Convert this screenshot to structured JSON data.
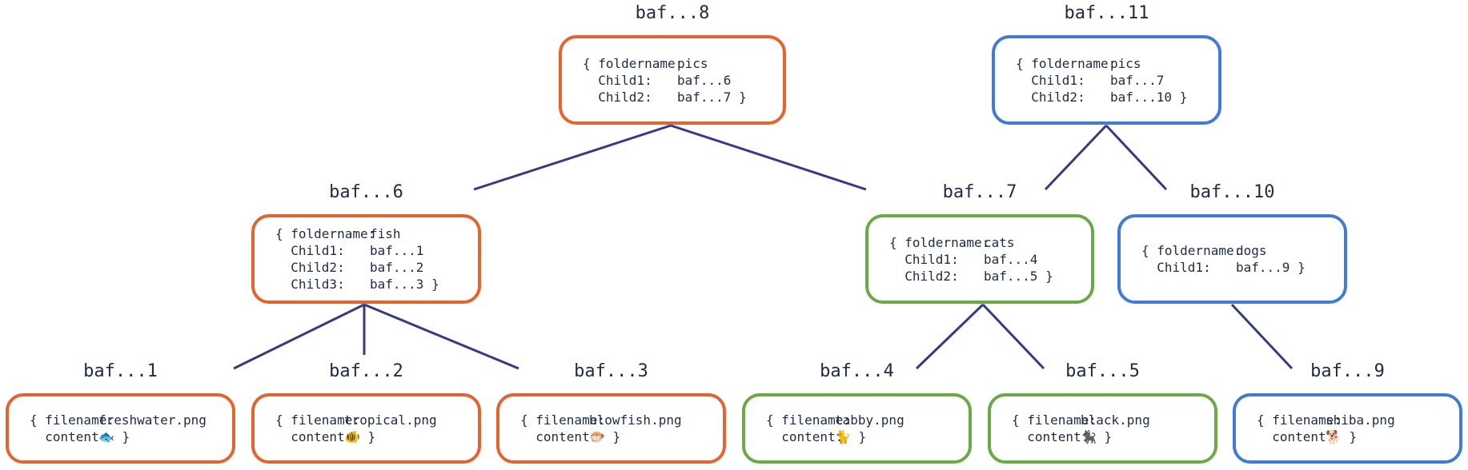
{
  "colors": {
    "orange": "#E8622C",
    "green": "#6AAA45",
    "blue": "#3F7BDB",
    "edge": "#363A86",
    "text": "#1e2a4a"
  },
  "nodes": [
    {
      "id": "n8",
      "cid": "baf...8",
      "color": "orange",
      "lines": [
        {
          "k": "{ foldername:",
          "v": "pics"
        },
        {
          "k": "  Child1:",
          "v": "baf...6"
        },
        {
          "k": "  Child2:",
          "v": "baf...7 }"
        }
      ]
    },
    {
      "id": "n11",
      "cid": "baf...11",
      "color": "blue",
      "lines": [
        {
          "k": "{ foldername:",
          "v": "pics"
        },
        {
          "k": "  Child1:",
          "v": "baf...7"
        },
        {
          "k": "  Child2:",
          "v": "baf...10 }"
        }
      ]
    },
    {
      "id": "n6",
      "cid": "baf...6",
      "color": "orange",
      "lines": [
        {
          "k": "{ foldername:",
          "v": "fish"
        },
        {
          "k": "  Child1:",
          "v": "baf...1"
        },
        {
          "k": "  Child2:",
          "v": "baf...2"
        },
        {
          "k": "  Child3:",
          "v": "baf...3 }"
        }
      ]
    },
    {
      "id": "n7",
      "cid": "baf...7",
      "color": "green",
      "lines": [
        {
          "k": "{ foldername:",
          "v": "cats"
        },
        {
          "k": "  Child1:",
          "v": "baf...4"
        },
        {
          "k": "  Child2:",
          "v": "baf...5 }"
        }
      ]
    },
    {
      "id": "n10",
      "cid": "baf...10",
      "color": "blue",
      "lines": [
        {
          "k": "{ foldername:",
          "v": "dogs"
        },
        {
          "k": "  Child1:",
          "v": "baf...9 }"
        }
      ]
    },
    {
      "id": "n1",
      "cid": "baf...1",
      "color": "orange",
      "lines": [
        {
          "k": "{ filename:",
          "v": "freshwater.png"
        },
        {
          "k": "  content:",
          "v": "🐟 }"
        }
      ]
    },
    {
      "id": "n2",
      "cid": "baf...2",
      "color": "orange",
      "lines": [
        {
          "k": "{ filename:",
          "v": "tropical.png"
        },
        {
          "k": "  content:",
          "v": "🐠 }"
        }
      ]
    },
    {
      "id": "n3",
      "cid": "baf...3",
      "color": "orange",
      "lines": [
        {
          "k": "{ filename:",
          "v": "blowfish.png"
        },
        {
          "k": "  content:",
          "v": "🐡 }"
        }
      ]
    },
    {
      "id": "n4",
      "cid": "baf...4",
      "color": "green",
      "lines": [
        {
          "k": "{ filename:",
          "v": "tabby.png"
        },
        {
          "k": "  content:",
          "v": "🐈 }"
        }
      ]
    },
    {
      "id": "n5",
      "cid": "baf...5",
      "color": "green",
      "lines": [
        {
          "k": "{ filename:",
          "v": "black.png"
        },
        {
          "k": "  content:",
          "v": "🐈‍⬛ }"
        }
      ]
    },
    {
      "id": "n9",
      "cid": "baf...9",
      "color": "blue",
      "lines": [
        {
          "k": "{ filename:",
          "v": "shiba.png"
        },
        {
          "k": "  content:",
          "v": "🐕 }"
        }
      ]
    }
  ],
  "edges": [
    [
      "n8",
      "n6"
    ],
    [
      "n8",
      "n7"
    ],
    [
      "n11",
      "n7"
    ],
    [
      "n11",
      "n10"
    ],
    [
      "n6",
      "n1"
    ],
    [
      "n6",
      "n2"
    ],
    [
      "n6",
      "n3"
    ],
    [
      "n7",
      "n4"
    ],
    [
      "n7",
      "n5"
    ],
    [
      "n10",
      "n9"
    ]
  ]
}
